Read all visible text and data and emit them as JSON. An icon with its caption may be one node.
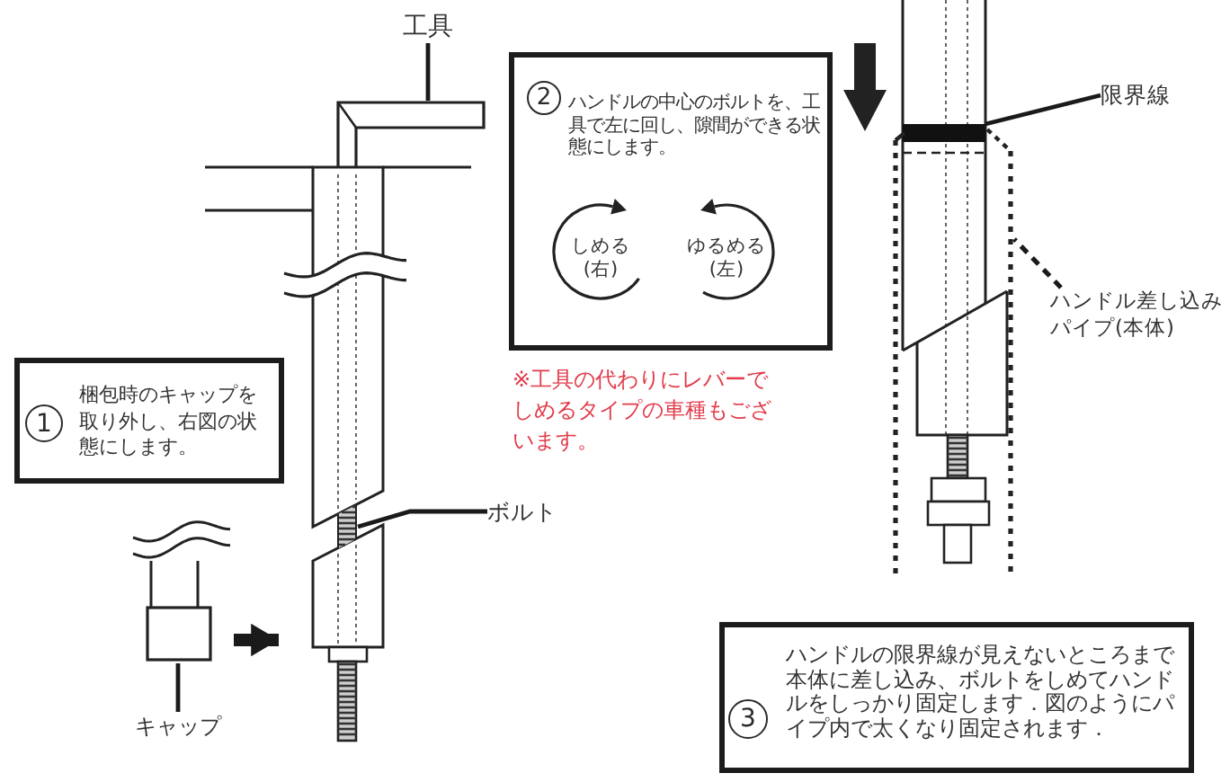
{
  "diagram": {
    "nodes": [
      {
        "text": [
          "工具"
        ]
      },
      {
        "text": [],
        "shape": "picture"
      },
      {
        "text": [
          "2",
          "ハンドルの中心のボルトを、工具で左に回し、隙間ができる状態にします。"
        ]
      },
      {
        "text": [
          "しめる(右)"
        ],
        "in": 2
      },
      {
        "text": [
          "ゆるめる(左)"
        ],
        "in": 2
      },
      {
        "text": [
          "限界線"
        ]
      },
      {
        "text": [],
        "shape": "bar"
      },
      {
        "text": [
          "ハンドル差し込みパイプ(本体)"
        ]
      },
      {
        "text": [],
        "shape": "picture"
      },
      {
        "text": [
          "1",
          "梱包時のキャップを取り外し、右図の状態にします。"
        ]
      },
      {
        "text": [],
        "shape": "picture"
      },
      {
        "text": [],
        "shape": "picture",
        "in": 10
      },
      {
        "text": [
          "ボルト"
        ]
      },
      {
        "text": [],
        "shape": "picture"
      },
      {
        "text": [
          "キャップ"
        ]
      },
      {
        "text": [
          "3",
          "ハンドルの限界線が見えないところまで本体に差し込み、ボルトをしめてハンドルをしっかり固定します．図のようにパイプ内で太くなり固定されます．"
        ]
      }
    ],
    "edges": [
      {
        "from": 0,
        "to": 1,
        "arrow": "none"
      },
      {
        "from": 5,
        "to": 6,
        "arrow": "none"
      },
      {
        "from": 7,
        "to": 8,
        "arrow": "none",
        "style": "dashed"
      },
      {
        "from": 12,
        "to": 11,
        "arrow": "none"
      },
      {
        "from": 14,
        "to": 13,
        "arrow": "none"
      },
      {
        "from": 13,
        "to": 10,
        "arrow": "to",
        "style": "thick"
      }
    ],
    "labels": [
      "※工具の代わりにレバーでしめるタイプの車種もございます。"
    ]
  }
}
